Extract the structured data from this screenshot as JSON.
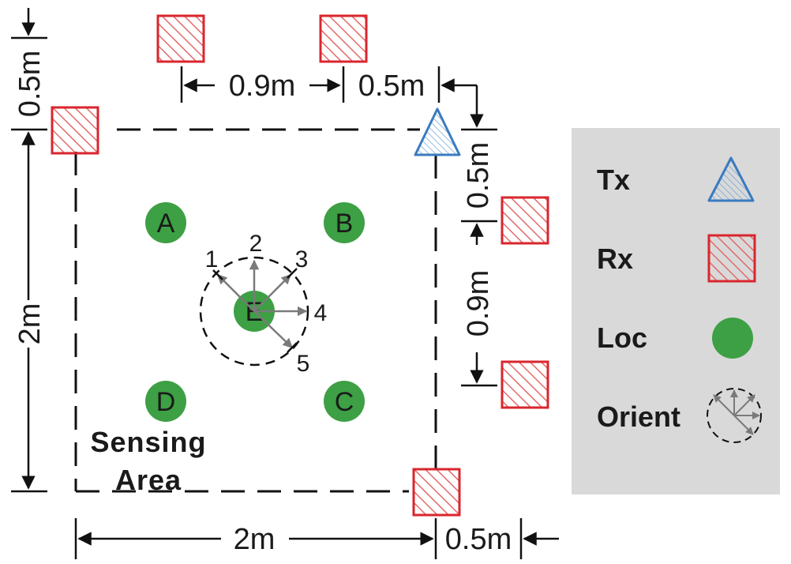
{
  "dimensions": {
    "top_offset": "0.5m",
    "top_spacing": "0.9m",
    "top_right_offset": "0.5m",
    "right_top_offset": "0.5m",
    "right_spacing": "0.9m",
    "left_height": "2m",
    "bottom_width": "2m",
    "bottom_right_offset": "0.5m"
  },
  "locations": [
    "A",
    "B",
    "C",
    "D",
    "E"
  ],
  "orientations": [
    "1",
    "2",
    "3",
    "4",
    "5"
  ],
  "sensing_area": {
    "line1": "Sensing",
    "line2": "Area"
  },
  "legend": {
    "tx": "Tx",
    "rx": "Rx",
    "loc": "Loc",
    "orient": "Orient"
  },
  "colors": {
    "tx": "#3a7bbf",
    "rx": "#d9262e",
    "loc": "#3da044",
    "legend_bg": "#d9d9d9",
    "arrow": "#7a7a7a"
  },
  "icons": {
    "tx": "triangle-hatched-icon",
    "rx": "square-hatched-icon",
    "loc": "circle-filled-icon",
    "orient": "orientation-arrows-icon"
  }
}
